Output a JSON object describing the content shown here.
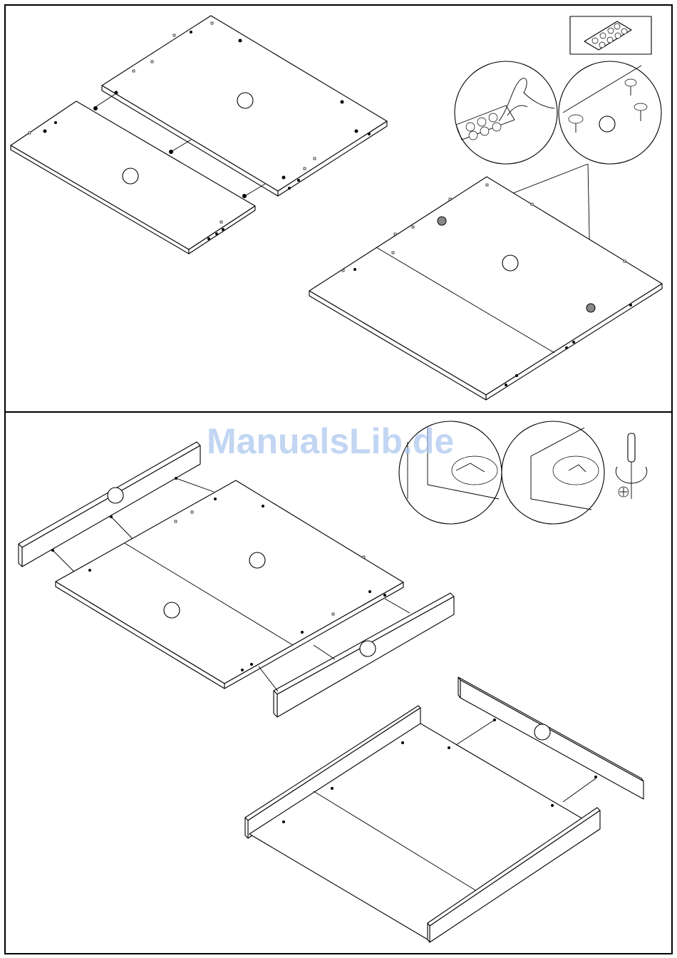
{
  "watermark": {
    "text": "ManualsLib.de"
  },
  "step_top": {
    "parts": [
      "left-panel",
      "right-panel",
      "joined-panel"
    ],
    "icons": [
      "felt-pad-sheet-icon",
      "peel-pad-detail-icon",
      "apply-pad-detail-icon"
    ]
  },
  "step_bottom": {
    "parts": [
      "rail-back",
      "rail-front",
      "panels",
      "assembled-frame"
    ],
    "icons": [
      "cam-lock-open-icon",
      "cam-lock-closed-icon",
      "screwdriver-icon"
    ]
  }
}
